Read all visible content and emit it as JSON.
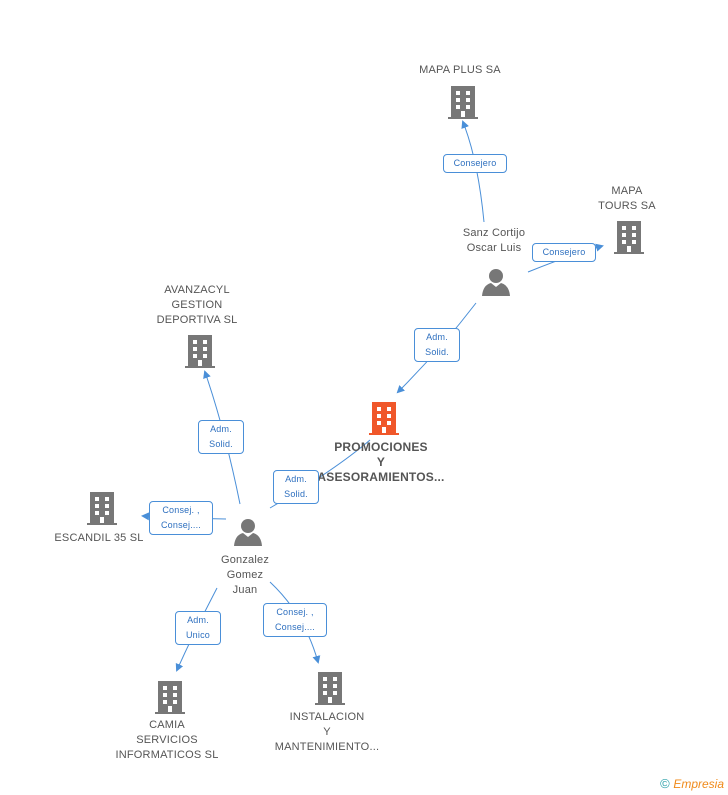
{
  "colors": {
    "company": "#777777",
    "focus": "#f0572a",
    "person": "#777777",
    "edge": "#4a8fd8",
    "edge_text": "#2d6fbf"
  },
  "nodes": {
    "mapa_plus": {
      "lines": [
        "MAPA PLUS SA"
      ]
    },
    "mapa_tours": {
      "lines": [
        "MAPA",
        "TOURS SA"
      ]
    },
    "sanz": {
      "lines": [
        "Sanz Cortijo",
        "Oscar Luis"
      ]
    },
    "avanzacyl": {
      "lines": [
        "AVANZACYL",
        "GESTION",
        "DEPORTIVA SL"
      ]
    },
    "promociones": {
      "lines": [
        "PROMOCIONES",
        "Y",
        "ASESORAMIENTOS..."
      ]
    },
    "escandil": {
      "lines": [
        "ESCANDIL 35 SL"
      ]
    },
    "gonzalez": {
      "lines": [
        "Gonzalez",
        "Gomez",
        "Juan"
      ]
    },
    "camia": {
      "lines": [
        "CAMIA",
        "SERVICIOS",
        "INFORMATICOS SL"
      ]
    },
    "instalacion": {
      "lines": [
        "INSTALACION",
        "Y",
        "MANTENIMIENTO..."
      ]
    }
  },
  "edges": {
    "e1": {
      "lines": [
        "Consejero"
      ]
    },
    "e2": {
      "lines": [
        "Consejero"
      ]
    },
    "e3": {
      "lines": [
        "Adm.",
        "Solid."
      ]
    },
    "e4": {
      "lines": [
        "Adm.",
        "Solid."
      ]
    },
    "e5": {
      "lines": [
        "Adm.",
        "Solid."
      ]
    },
    "e6": {
      "lines": [
        "Consej. ,",
        "Consej...."
      ]
    },
    "e7": {
      "lines": [
        "Adm.",
        "Unico"
      ]
    },
    "e8": {
      "lines": [
        "Consej. ,",
        "Consej...."
      ]
    }
  },
  "footer": {
    "copyright": "©",
    "brand": "Empresia"
  }
}
